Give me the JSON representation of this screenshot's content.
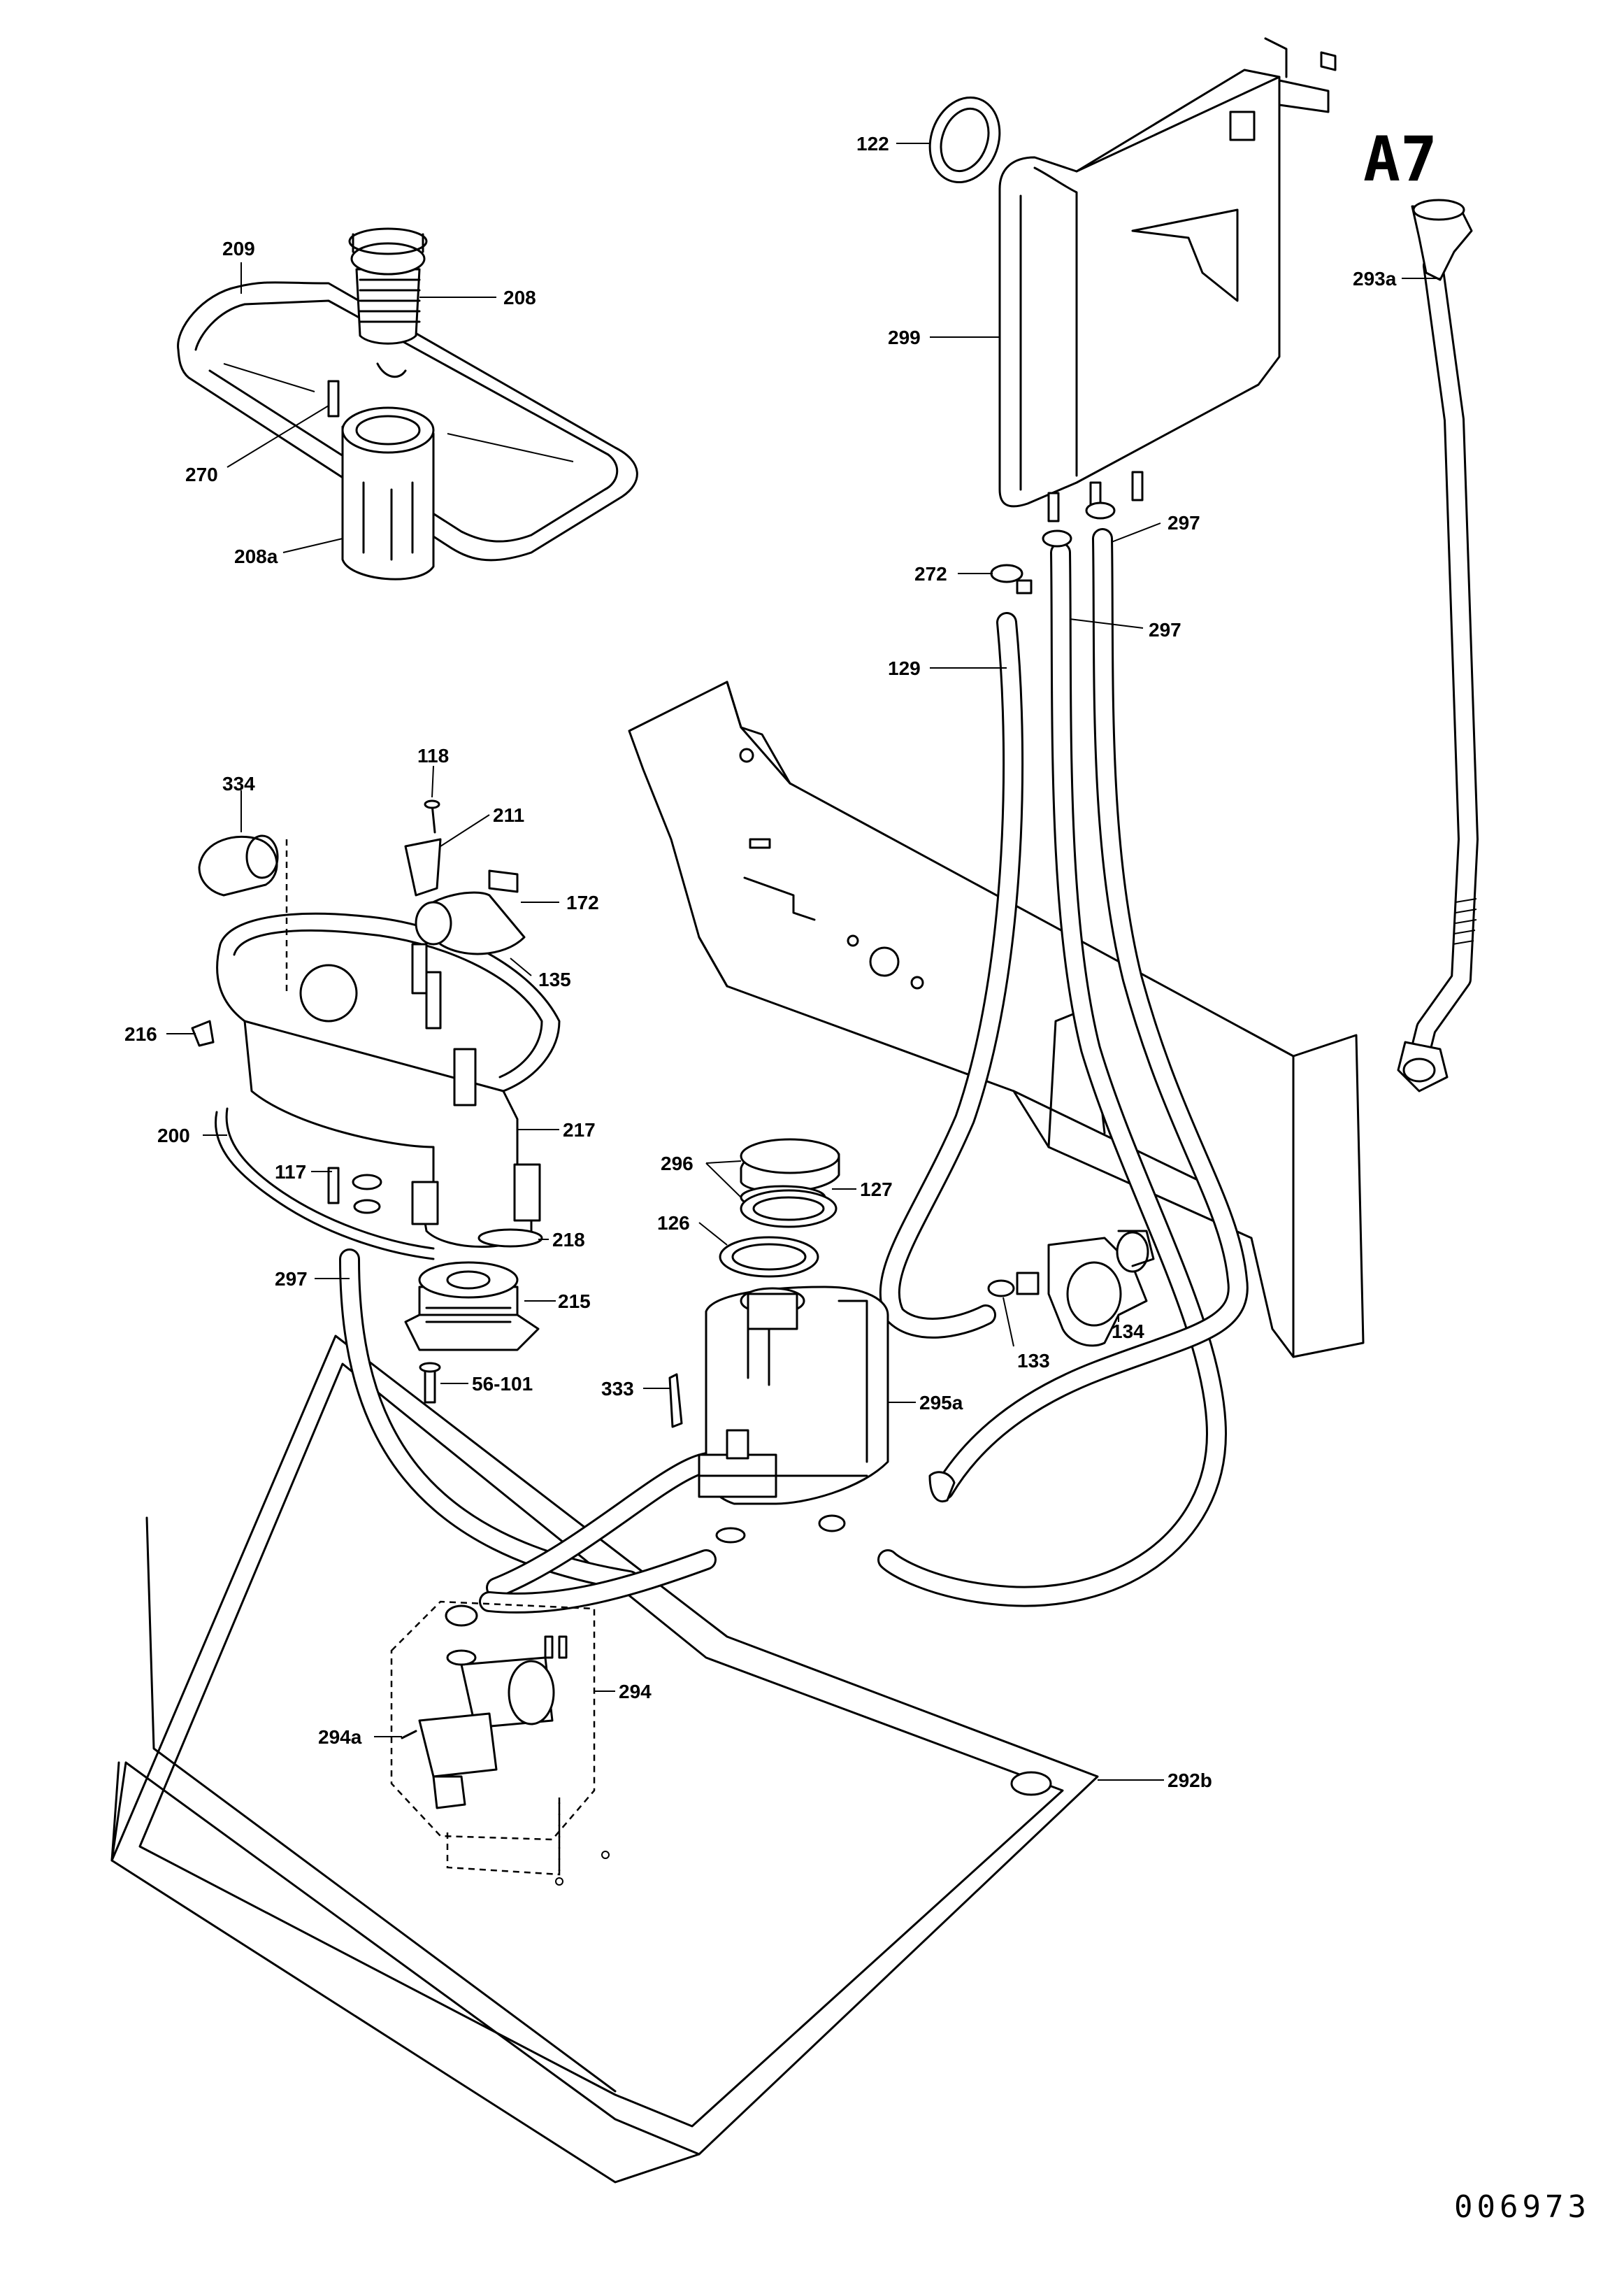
{
  "page": {
    "sheet_code": "A7",
    "drawing_number": "006973"
  },
  "callouts": [
    {
      "id": "c122",
      "text": "122"
    },
    {
      "id": "c209",
      "text": "209"
    },
    {
      "id": "c208",
      "text": "208"
    },
    {
      "id": "c299",
      "text": "299"
    },
    {
      "id": "c293a",
      "text": "293a"
    },
    {
      "id": "c270",
      "text": "270"
    },
    {
      "id": "c208a",
      "text": "208a"
    },
    {
      "id": "c297a",
      "text": "297"
    },
    {
      "id": "c272",
      "text": "272"
    },
    {
      "id": "c297b",
      "text": "297"
    },
    {
      "id": "c129",
      "text": "129"
    },
    {
      "id": "c118",
      "text": "118"
    },
    {
      "id": "c334",
      "text": "334"
    },
    {
      "id": "c211",
      "text": "211"
    },
    {
      "id": "c172",
      "text": "172"
    },
    {
      "id": "c135",
      "text": "135"
    },
    {
      "id": "c216",
      "text": "216"
    },
    {
      "id": "c217",
      "text": "217"
    },
    {
      "id": "c200",
      "text": "200"
    },
    {
      "id": "c296",
      "text": "296"
    },
    {
      "id": "c127",
      "text": "127"
    },
    {
      "id": "c117",
      "text": "117"
    },
    {
      "id": "c126",
      "text": "126"
    },
    {
      "id": "c218",
      "text": "218"
    },
    {
      "id": "c297c",
      "text": "297"
    },
    {
      "id": "c215",
      "text": "215"
    },
    {
      "id": "c133",
      "text": "133"
    },
    {
      "id": "c134",
      "text": "134"
    },
    {
      "id": "c56101",
      "text": "56-101"
    },
    {
      "id": "c333",
      "text": "333"
    },
    {
      "id": "c295a",
      "text": "295a"
    },
    {
      "id": "c294",
      "text": "294"
    },
    {
      "id": "c294a",
      "text": "294a"
    },
    {
      "id": "c292b",
      "text": "292b"
    }
  ]
}
